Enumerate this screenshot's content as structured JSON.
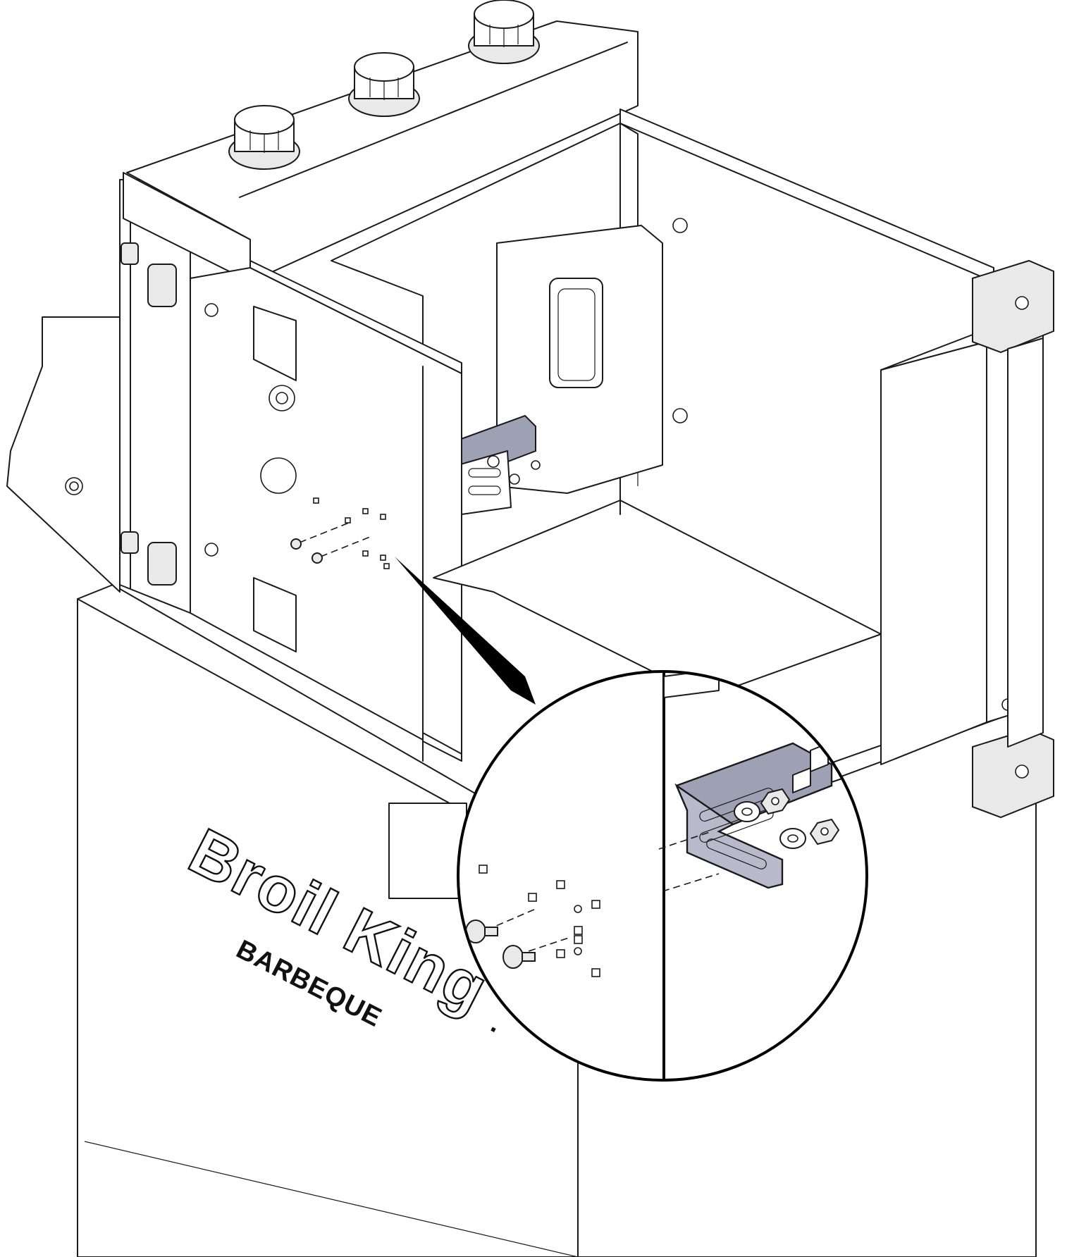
{
  "logo": {
    "brand": "Broil King",
    "mark": ".",
    "tagline": "BARBEQUE"
  },
  "colors": {
    "line": "#1a1a1a",
    "bracket": "#9ea0b4",
    "background": "#ffffff"
  },
  "parts": {
    "control_knobs": 3,
    "screws_in_detail": 2,
    "washers_in_detail": 2,
    "nuts_in_detail": 2
  }
}
